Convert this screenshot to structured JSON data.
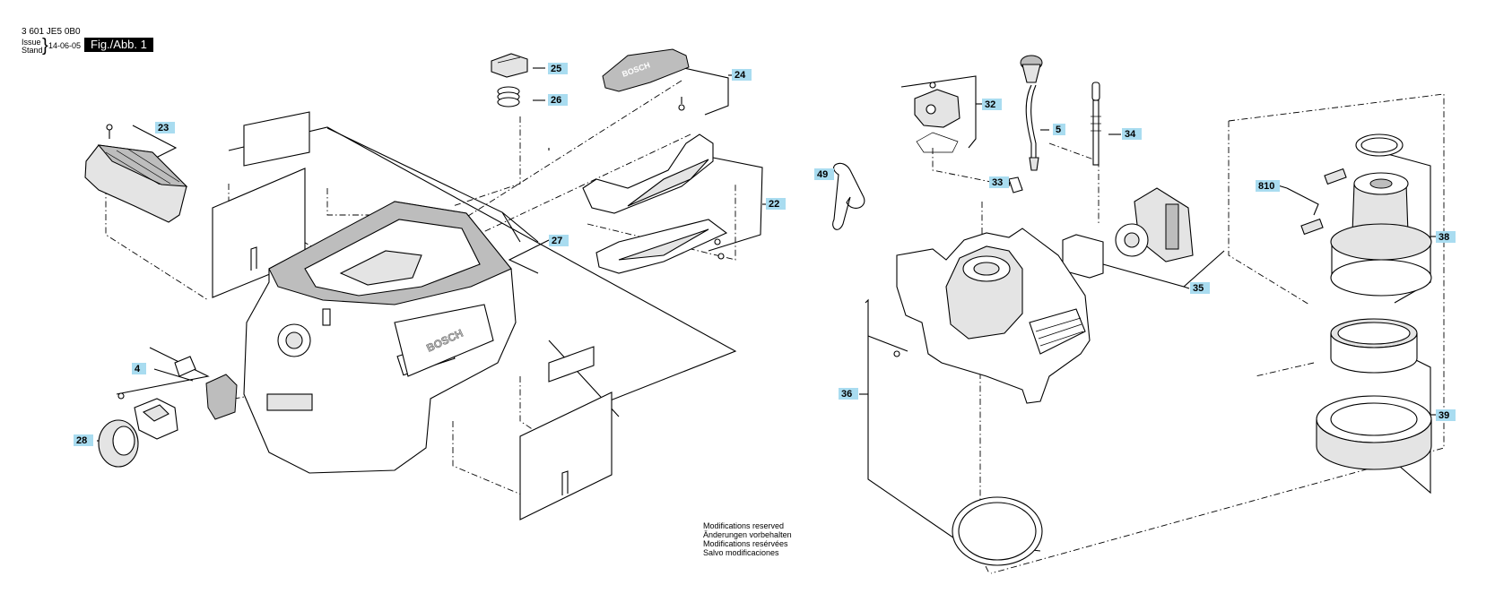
{
  "header": {
    "part_number": "3 601 JE5 0B0",
    "issue_label": "Issue",
    "stand_label": "Stand",
    "brace": "}",
    "date": "14-06-05",
    "figure_label": "Fig./Abb. 1"
  },
  "footer": {
    "modifications": [
      "Modifications reserved",
      "Änderungen vorbehalten",
      "Modifications resérvées",
      "Salvo modificaciones"
    ]
  },
  "callouts": {
    "p4": "4",
    "p5": "5",
    "p22": "22",
    "p23": "23",
    "p24": "24",
    "p25": "25",
    "p26": "26",
    "p27": "27",
    "p28": "28",
    "p32": "32",
    "p33": "33",
    "p34": "34",
    "p35": "35",
    "p36": "36",
    "p38": "38",
    "p39": "39",
    "p49": "49",
    "p810": "810"
  },
  "brand": {
    "logo_text": "BOSCH"
  },
  "colors": {
    "label_highlight": "#a9dcf0",
    "figure_bg": "#000000"
  }
}
